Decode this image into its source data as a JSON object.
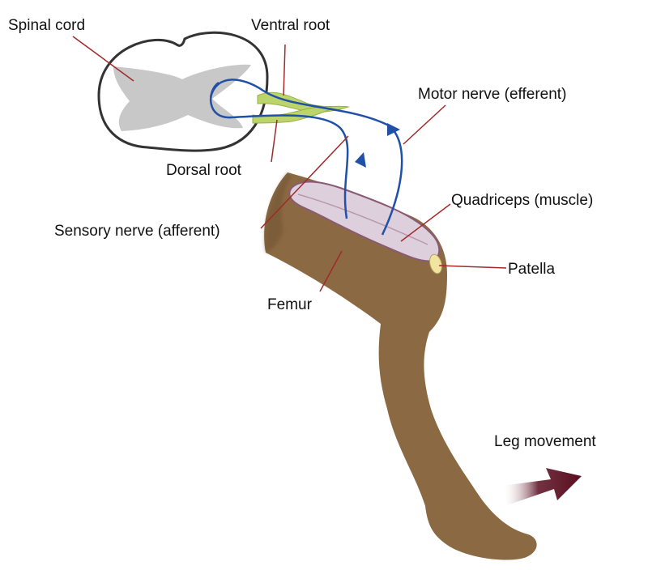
{
  "labels": {
    "spinal_cord": "Spinal cord",
    "ventral_root": "Ventral root",
    "dorsal_root": "Dorsal root",
    "motor_nerve": "Motor nerve (efferent)",
    "sensory_nerve": "Sensory nerve (afferent)",
    "quadriceps": "Quadriceps (muscle)",
    "patella": "Patella",
    "femur": "Femur",
    "leg_movement": "Leg movement"
  },
  "colors": {
    "leg": "#8b6a43",
    "muscle": "#ddd0dc",
    "muscle_border": "#8a5a75",
    "grey_matter": "#c8c8c8",
    "cord_outline": "#333333",
    "nerve": "#2050a8",
    "roots": "#bcd56a",
    "leader": "#a02a2a",
    "patella": "#f1e3a0",
    "movement_arrow": "#5a0e20"
  },
  "icons": {
    "movement": "right-arrow-icon",
    "nerve_direction": "arrowhead-icon"
  }
}
